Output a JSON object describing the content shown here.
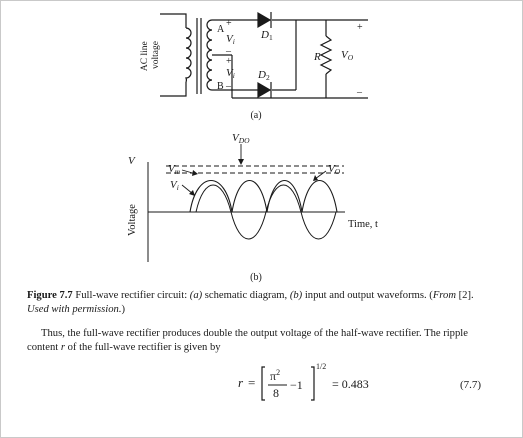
{
  "figure": {
    "schematic": {
      "ac_label": "AC line voltage",
      "ac_label_line1": "AC line",
      "ac_label_line2": "voltage",
      "node_a": "A",
      "node_b": "B",
      "vi": "V",
      "vi_sub": "i",
      "d1": "D",
      "d1_sub": "1",
      "d2": "D",
      "d2_sub": "2",
      "r": "R",
      "vo": "V",
      "vo_sub": "O",
      "plus": "+",
      "minus": "–",
      "sub_caption": "(a)"
    },
    "waveform": {
      "y_axis_top": "V",
      "ylabel": "Voltage",
      "xlabel": "Time, t",
      "vdo": "V",
      "vdo_sub": "DO",
      "vm": "V",
      "vm_sub": "m",
      "vi": "V",
      "vi_sub": "i",
      "vo": "V",
      "vo_sub": "O",
      "sub_caption": "(b)"
    },
    "caption": {
      "label": "Figure 7.7",
      "text": " Full-wave rectifier circuit: ",
      "a": "(a)",
      "a_text": " schematic diagram, ",
      "b": "(b)",
      "b_text": " input and output waveforms. (",
      "from": "From",
      "ref": " [2]. ",
      "used": "Used with permission.",
      "close": ")"
    }
  },
  "body": {
    "paragraph_start": "Thus, the full-wave rectifier produces double the output voltage of the half-wave rectifier. The ripple content ",
    "r_symbol": "r",
    "paragraph_end": " of the full-wave rectifier is given by"
  },
  "equation": {
    "lhs": "r",
    "equals": "=",
    "numerator": "π",
    "numerator_exp": "2",
    "denominator": "8",
    "minus_one": "−1",
    "exponent": "1/2",
    "rhs": "= 0.483",
    "number": "(7.7)"
  }
}
